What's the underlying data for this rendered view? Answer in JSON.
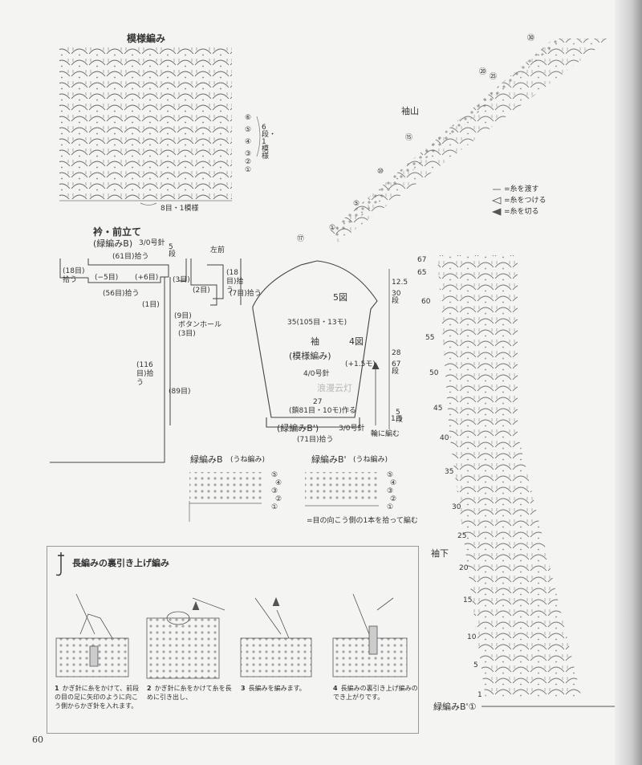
{
  "pattern": {
    "title": "模様編み",
    "rows": [
      "⑥",
      "⑤",
      "④",
      "③",
      "②",
      "①"
    ],
    "repeat_rows": "6段・1模様",
    "repeat_sts": "8目・1模様"
  },
  "collar": {
    "title": "衿・前立て",
    "subtitle": "(緑編みB)",
    "hook": "3/0号針",
    "top_pick": "(61目)拾う",
    "rows5": "5段",
    "left18": "(18目)拾う",
    "minus5": "(−5目)",
    "plus6": "(+6目)",
    "pick56": "(56目)拾う",
    "s3": "(3目)",
    "s1": "(1目)",
    "left_front": "左前",
    "right18": "(18目)拾う",
    "s2": "(2目)",
    "pick7": "(7目)拾う",
    "nine": "(9目)",
    "buttonhole": "ボタンホール",
    "s3b": "(3目)",
    "pick116": "(116目)拾う",
    "s89": "(89目)"
  },
  "sleeve": {
    "fig5": "5図",
    "fig4": "4図",
    "width35": "35(105目・13モ)",
    "h12": "12.5",
    "h30": "30段",
    "name": "袖",
    "sub": "(模様編み)",
    "hook": "4/0号針",
    "inc": "(+1.5モ)",
    "h28": "28",
    "h67": "67段",
    "w27": "27",
    "make": "(鎖81目・10モ)作る",
    "rib": "(緑編みB')",
    "rib_hook": "3/0号針",
    "rows5": "5段",
    "pick71": "(71目)拾う",
    "round": "輪に編む",
    "c15": "1.5",
    "watermark": "浪漫云灯"
  },
  "cap": {
    "label": "袖山",
    "rows": [
      "㉚",
      "㉕",
      "⑳",
      "⑮",
      "⑩",
      "⑤",
      "①",
      "⑰"
    ],
    "legend": [
      "=糸を渡す",
      "=糸をつける",
      "=糸を切る"
    ]
  },
  "body_chart": {
    "rows": [
      "67",
      "65",
      "60",
      "55",
      "50",
      "45",
      "40",
      "35",
      "30",
      "25",
      "20",
      "15",
      "10",
      "5",
      "1"
    ],
    "label": "袖下",
    "bottom": "緑編みB'①"
  },
  "ribB": {
    "title": "緑編みB",
    "sub": "(うね編み)",
    "rows": [
      "⑤",
      "④",
      "③",
      "②",
      "①"
    ]
  },
  "ribB2": {
    "title": "緑編みB'",
    "sub": "(うね編み)",
    "rows": [
      "⑤",
      "④",
      "③",
      "②",
      "①"
    ],
    "note": "=目の向こう側の1本を拾って編む"
  },
  "tech": {
    "title": "長編みの裏引き上げ編み",
    "steps": [
      {
        "n": "1",
        "text": "かぎ針に糸をかけて、前段の目の足に矢印のように向こう側からかぎ針を入れます。"
      },
      {
        "n": "2",
        "text": "かぎ針に糸をかけて糸を長めに引き出し、"
      },
      {
        "n": "3",
        "text": "長編みを編みます。"
      },
      {
        "n": "4",
        "text": "長編みの裏引き上げ編みのでき上がりです。"
      }
    ]
  },
  "page_number": "60"
}
